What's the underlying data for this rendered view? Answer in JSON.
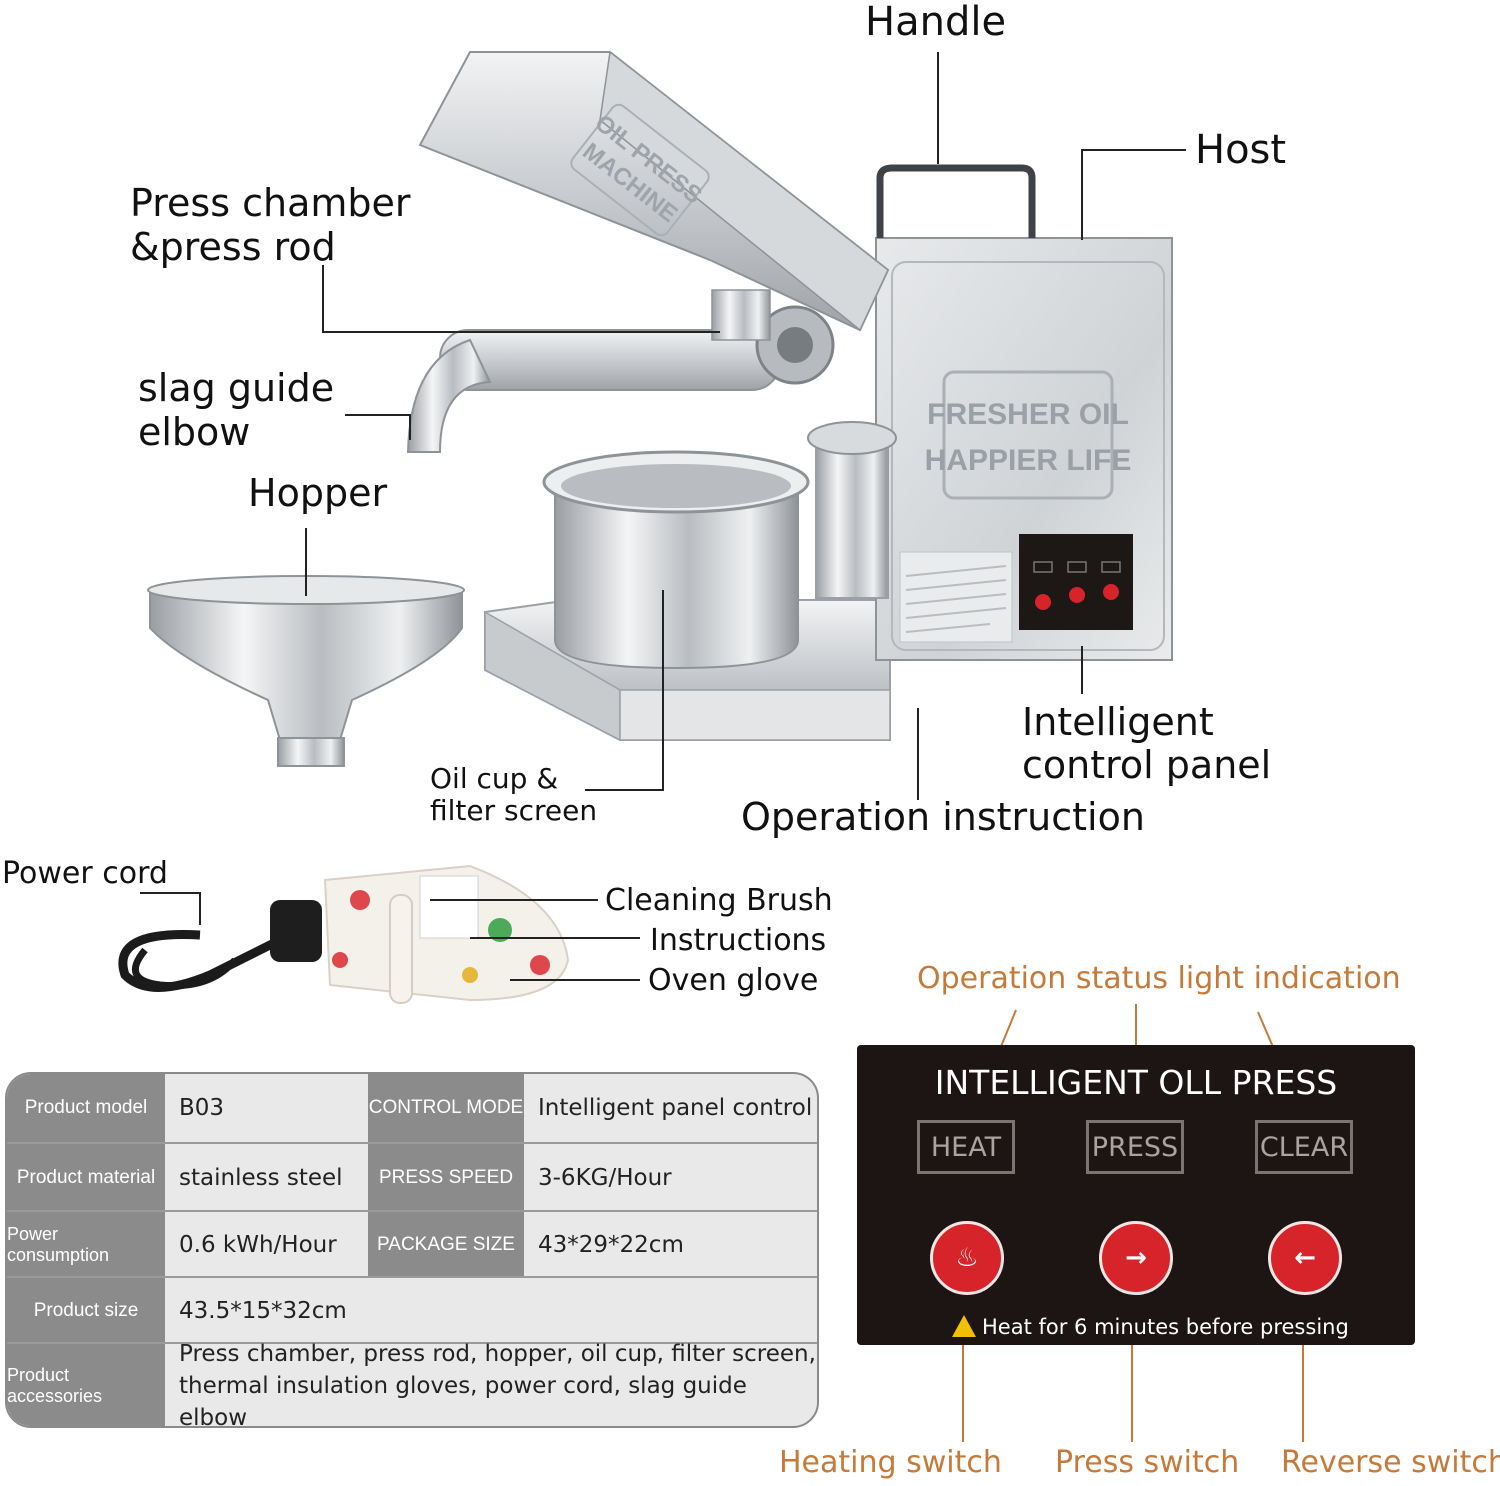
{
  "labels": {
    "handle": "Handle",
    "host": "Host",
    "press_chamber_1": "Press chamber",
    "press_chamber_2": "&press rod",
    "slag_1": "slag guide",
    "slag_2": "elbow",
    "hopper": "Hopper",
    "oil_cup_1": "Oil cup &",
    "oil_cup_2": "filter screen",
    "control_panel_1": "Intelligent",
    "control_panel_2": "control panel",
    "operation_instruction": "Operation instruction",
    "power_cord": "Power cord",
    "cleaning_brush": "Cleaning Brush",
    "instructions": "Instructions",
    "oven_glove": "Oven glove"
  },
  "machine_prints": {
    "side_plate_1": "OIL PRESS",
    "side_plate_2": "MACHINE",
    "front_1": "FRESHER OIL",
    "front_2": "HAPPIER LIFE"
  },
  "spec_table": {
    "product_model_label": "Product model",
    "product_model": "B03",
    "control_mode_label": "CONTROL MODE",
    "control_mode": "Intelligent panel control",
    "product_material_label": "Product material",
    "product_material": "stainless steel",
    "press_speed_label": "PRESS SPEED",
    "press_speed": "3-6KG/Hour",
    "power_consumption_label": "Power consumption",
    "power_consumption": "0.6 kWh/Hour",
    "package_size_label": "PACKAGE SIZE",
    "package_size": "43*29*22cm",
    "product_size_label": "Product size",
    "product_size": "43.5*15*32cm",
    "accessories_label": "Product accessories",
    "accessories_1": "Press chamber, press rod, hopper, oil cup, filter screen,",
    "accessories_2": "thermal insulation gloves, power cord, slag guide elbow"
  },
  "control_panel": {
    "status_caption": "Operation status light indication",
    "title": "INTELLIGENT OLL PRESS",
    "heat": "HEAT",
    "press": "PRESS",
    "clear": "CLEAR",
    "warning": "Heat for 6 minutes before pressing",
    "heating_switch": "Heating switch",
    "press_switch": "Press switch",
    "reverse_switch": "Reverse switch"
  },
  "colors": {
    "accent_orange": "#c67a3a",
    "panel_bg": "#1c1514",
    "button_red": "#d7232a",
    "table_header": "#8b8b8b",
    "warning_yellow": "#f2c000"
  }
}
